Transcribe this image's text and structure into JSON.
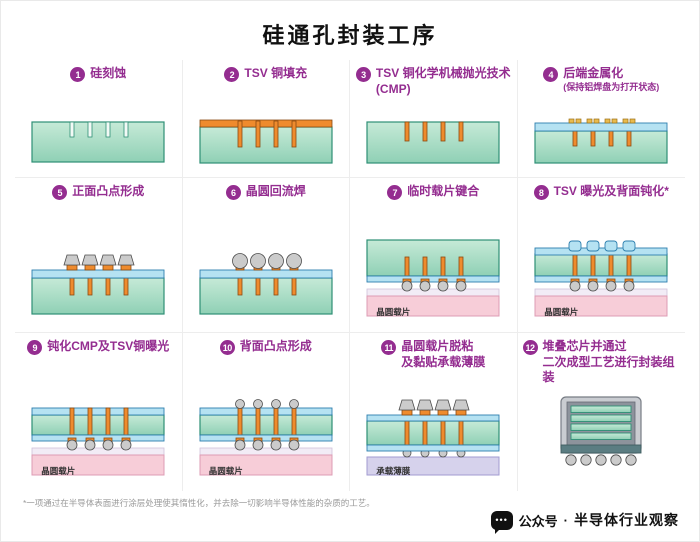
{
  "title": "硅通孔封装工序",
  "colors": {
    "accent": "#942D90",
    "silicon_green": "#A9DCC6",
    "copper": "#EF8B2D",
    "passivation_blue": "#B5E2F2",
    "bump_gray": "#CBCBCB",
    "carrier_pink": "#F7CDD8",
    "film_lavender": "#D6D2EC"
  },
  "steps": [
    {
      "num": "1",
      "title": "硅刻蚀"
    },
    {
      "num": "2",
      "title": "TSV 铜填充"
    },
    {
      "num": "3",
      "title": "TSV 铜化学机械抛光技术\n(CMP)"
    },
    {
      "num": "4",
      "title": "后端金属化",
      "subtitle": "(保持铝焊盘为打开状态)"
    },
    {
      "num": "5",
      "title": "正面凸点形成"
    },
    {
      "num": "6",
      "title": "晶圆回流焊"
    },
    {
      "num": "7",
      "title": "临时载片键合",
      "label": "晶圆载片"
    },
    {
      "num": "8",
      "title": "TSV 曝光及背面钝化*",
      "label": "晶圆载片"
    },
    {
      "num": "9",
      "title": "钝化CMP及TSV铜曝光",
      "label": "晶圆载片"
    },
    {
      "num": "10",
      "title": "背面凸点形成",
      "label": "晶圆载片"
    },
    {
      "num": "11",
      "title": "晶圆载片脱粘\n及黏贴承载薄膜",
      "label": "承载薄膜"
    },
    {
      "num": "12",
      "title": "堆叠芯片并通过\n二次成型工艺进行封装组装"
    }
  ],
  "footnote": "*一项通过在半导体表面进行涂层处理使其惰性化，并去除一切影响半导体性能的杂质的工艺。",
  "footer": {
    "badge": "公众号",
    "separator": "·",
    "brand": "半导体行业观察"
  }
}
